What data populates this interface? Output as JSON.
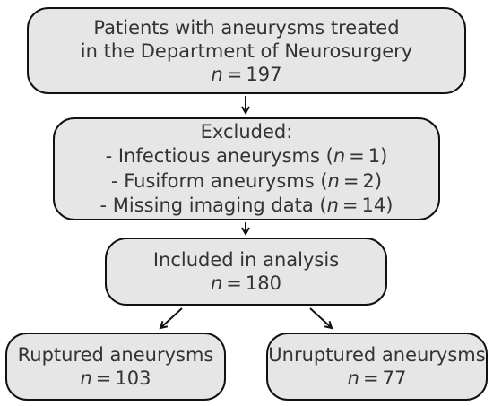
{
  "boxes": {
    "patients": {
      "lines": [
        "Patients with aneurysms treated",
        "in the Department of Neurosurgery"
      ],
      "n_symbol": "n",
      "n_equals": "=",
      "n_value": "197"
    },
    "excluded": {
      "title": "Excluded:",
      "items": [
        {
          "label": "- Infectious aneurysms",
          "n_symbol": "n",
          "n_equals": "=",
          "n_value": "1"
        },
        {
          "label": "- Fusiform aneurysms",
          "n_symbol": "n",
          "n_equals": "=",
          "n_value": "2"
        },
        {
          "label": "- Missing imaging data",
          "n_symbol": "n",
          "n_equals": "=",
          "n_value": "14"
        }
      ]
    },
    "included": {
      "lines": [
        "Included in analysis"
      ],
      "n_symbol": "n",
      "n_equals": "=",
      "n_value": "180"
    },
    "ruptured": {
      "lines": [
        "Ruptured aneurysms"
      ],
      "n_symbol": "n",
      "n_equals": "=",
      "n_value": "103"
    },
    "unruptured": {
      "lines": [
        "Unruptured aneurysms"
      ],
      "n_symbol": "n",
      "n_equals": "=",
      "n_value": "77"
    }
  },
  "colors": {
    "box_fill": "#e6e6e6",
    "box_border": "#111111",
    "text": "#333333",
    "arrow": "#111111"
  }
}
